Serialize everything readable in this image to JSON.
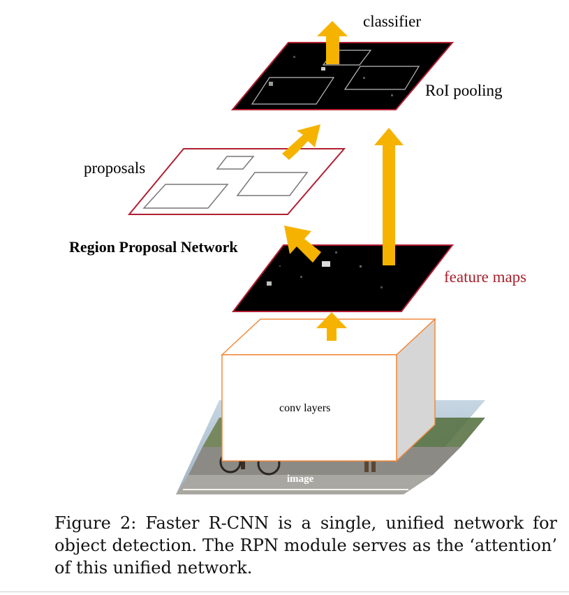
{
  "labels": {
    "classifier": "classifier",
    "roi_pooling": "RoI pooling",
    "proposals": "proposals",
    "rpn": "Region Proposal Network",
    "feature_maps": "feature maps",
    "conv_layers": "conv layers",
    "image": "image"
  },
  "caption": "Figure 2: Faster R-CNN is a single, unified network for object detection. The RPN module serves as the ‘attention’ of this unified network.",
  "colors": {
    "arrow": "#f5b300",
    "plane_border": "#b21f32",
    "conv_border": "#f08a3c",
    "feature_text": "#a8202c"
  }
}
